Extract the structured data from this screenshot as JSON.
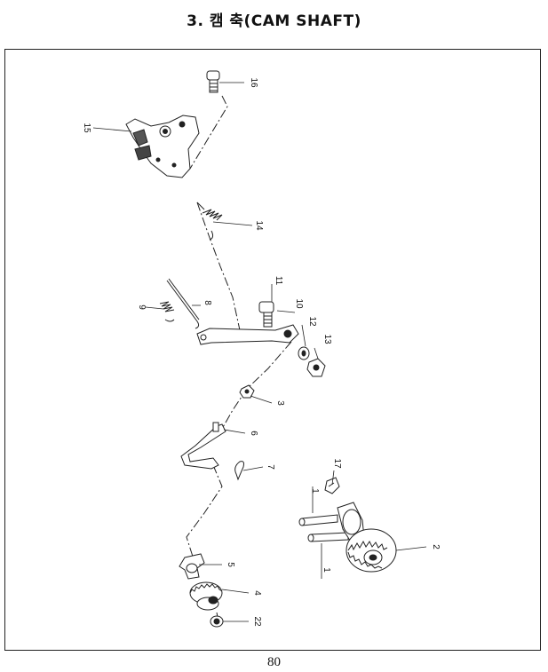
{
  "header": {
    "title": "3. 캠 축(CAM SHAFT)"
  },
  "page_number": "80",
  "parts": [
    {
      "id": "p16",
      "label": "16"
    },
    {
      "id": "p15",
      "label": "15"
    },
    {
      "id": "p14",
      "label": "14"
    },
    {
      "id": "p11",
      "label": "11"
    },
    {
      "id": "p10",
      "label": "10"
    },
    {
      "id": "p9",
      "label": "9"
    },
    {
      "id": "p8",
      "label": "8"
    },
    {
      "id": "p12",
      "label": "12"
    },
    {
      "id": "p13",
      "label": "13"
    },
    {
      "id": "p3",
      "label": "3"
    },
    {
      "id": "p6",
      "label": "6"
    },
    {
      "id": "p7",
      "label": "7"
    },
    {
      "id": "p17",
      "label": "17"
    },
    {
      "id": "p1a",
      "label": "1"
    },
    {
      "id": "p1b",
      "label": "1"
    },
    {
      "id": "p2",
      "label": "2"
    },
    {
      "id": "p5",
      "label": "5"
    },
    {
      "id": "p4",
      "label": "4"
    },
    {
      "id": "p22",
      "label": "22"
    }
  ]
}
